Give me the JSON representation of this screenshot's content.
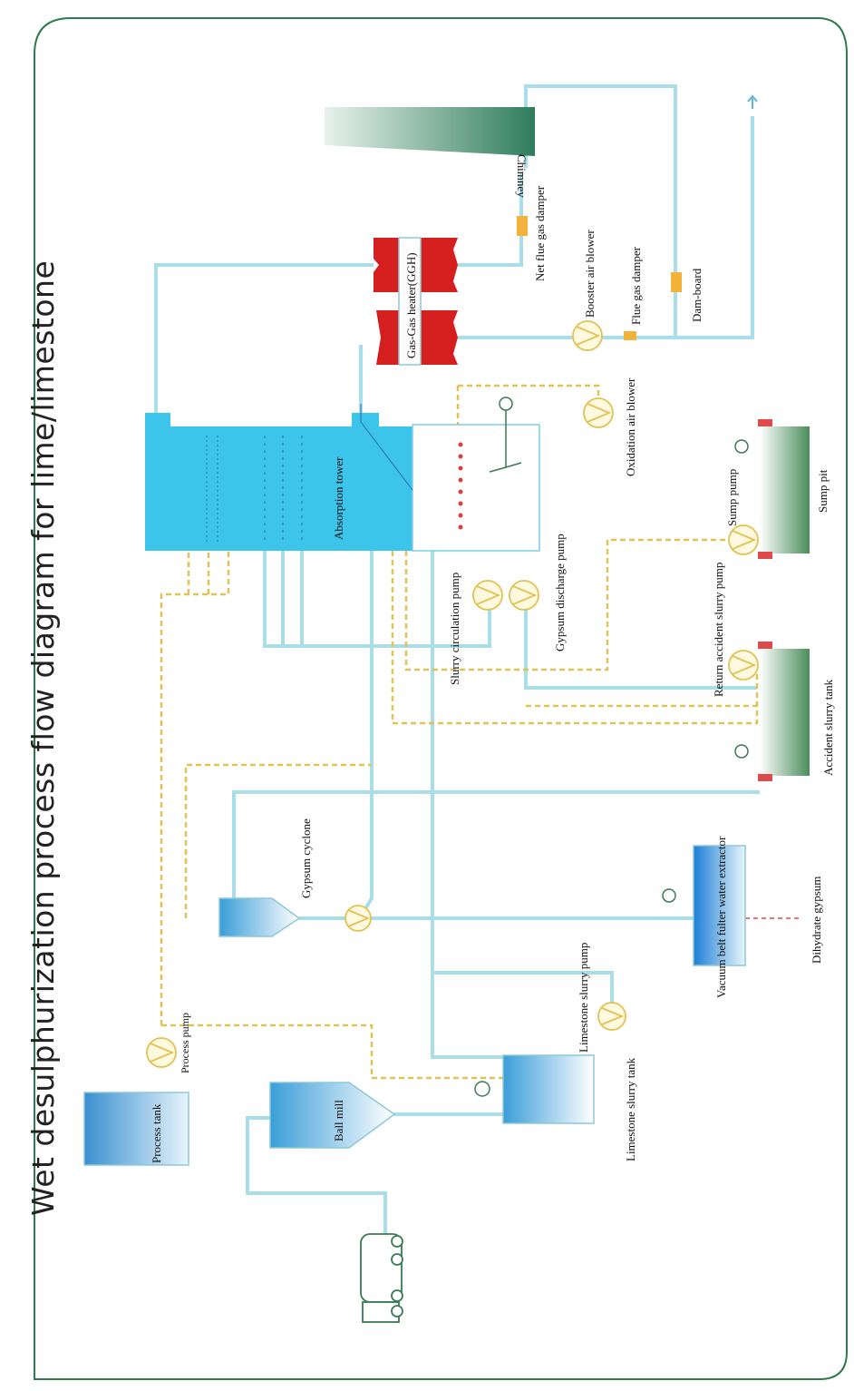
{
  "title": "Wet desulphurization process flow diagram for lime/limestone",
  "colors": {
    "slurry_line": "#a9dde8",
    "gas_line": "#a9dde8",
    "dashed_line": "#e0c255",
    "tower": "#3dc4ea",
    "ggh": "#d51e1e",
    "chimney": "#3a8b68",
    "pump_fill": "#fff9e0",
    "pump_stroke": "#e0c255"
  },
  "labels": {
    "chimney": "Chimney",
    "net_flue_gas_damper": "Net flue gas damper",
    "ggh": "Gas-Gas heater(GGH)",
    "booster_air_blower": "Booster air blower",
    "flue_gas_damper": "Flue gas damper",
    "dam_board": "Dam-board",
    "oxidation_air_blower": "Oxidation air blower",
    "absorption_tower": "Absorption tower",
    "slurry_circulation_pump": "Slurry circulation pump",
    "gypsum_discharge_pump": "Gypsum discharge pump",
    "return_accident_slurry_pump": "Return accident slurry pump",
    "sump_pump": "Sump pump",
    "sump_pit": "Sump pit",
    "accident_slurry_tank": "Accident slurry tank",
    "gypsum_cyclone": "Gypsum cyclone",
    "vacuum_belt_filter": "Vacuum belt fulter water extractor",
    "dihydrate_gypsum": "Dihydrate gypsum",
    "limestone_slurry_pump": "Limestone slurry pump",
    "limestone_slurry_tank": "Limestone slurry tank",
    "ball_mill": "Ball mill",
    "process_tank": "Process  tank",
    "process_pump": "Process pump"
  }
}
